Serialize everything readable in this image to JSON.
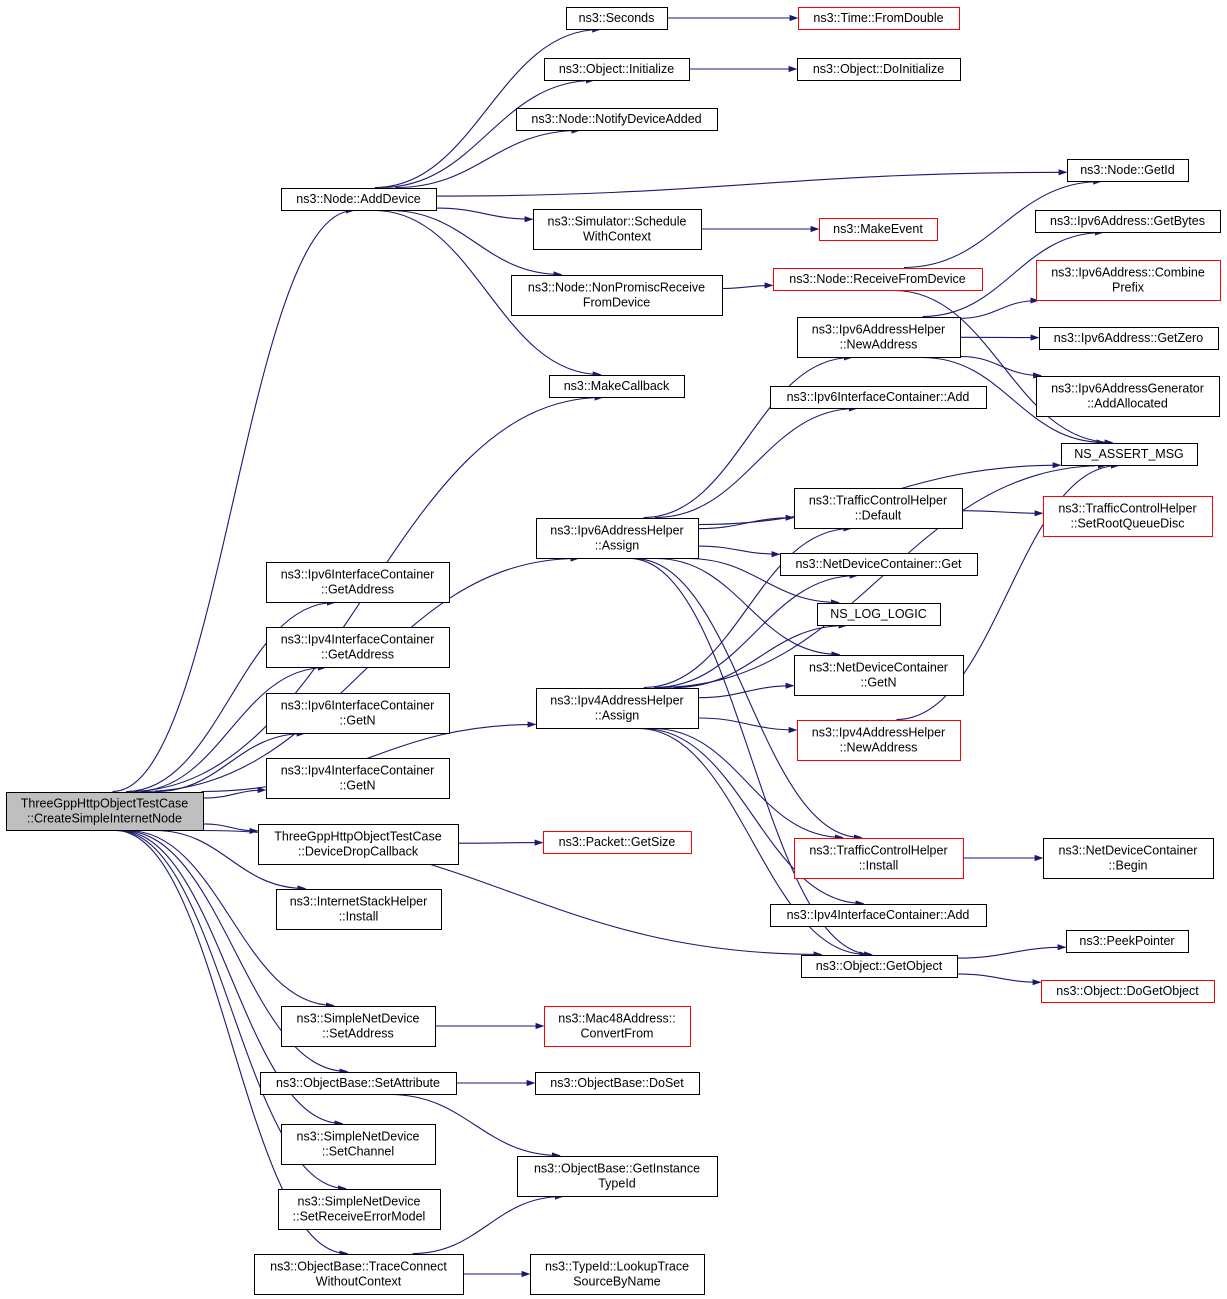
{
  "nodes": [
    {
      "id": "root",
      "lines": [
        "ThreeGppHttpObjectTestCase",
        "::CreateSimpleInternetNode"
      ],
      "truncated": false,
      "root": true
    },
    {
      "id": "seconds",
      "lines": [
        "ns3::Seconds"
      ],
      "truncated": false
    },
    {
      "id": "fromdouble",
      "lines": [
        "ns3::Time::FromDouble"
      ],
      "truncated": true
    },
    {
      "id": "initialize",
      "lines": [
        "ns3::Object::Initialize"
      ],
      "truncated": false
    },
    {
      "id": "doinitialize",
      "lines": [
        "ns3::Object::DoInitialize"
      ],
      "truncated": false
    },
    {
      "id": "notifydeviceadded",
      "lines": [
        "ns3::Node::NotifyDeviceAdded"
      ],
      "truncated": false
    },
    {
      "id": "getid",
      "lines": [
        "ns3::Node::GetId"
      ],
      "truncated": false
    },
    {
      "id": "adddevice",
      "lines": [
        "ns3::Node::AddDevice"
      ],
      "truncated": false
    },
    {
      "id": "schedulewithcontext",
      "lines": [
        "ns3::Simulator::Schedule",
        "WithContext"
      ],
      "truncated": false
    },
    {
      "id": "makeevent",
      "lines": [
        "ns3::MakeEvent"
      ],
      "truncated": true
    },
    {
      "id": "ipv6getbytes",
      "lines": [
        "ns3::Ipv6Address::GetBytes"
      ],
      "truncated": false
    },
    {
      "id": "nonpromisc",
      "lines": [
        "ns3::Node::NonPromiscReceive",
        "FromDevice"
      ],
      "truncated": false
    },
    {
      "id": "receivefromdevice",
      "lines": [
        "ns3::Node::ReceiveFromDevice"
      ],
      "truncated": true
    },
    {
      "id": "combineprefix",
      "lines": [
        "ns3::Ipv6Address::Combine",
        "Prefix"
      ],
      "truncated": true
    },
    {
      "id": "ipv6newaddress",
      "lines": [
        "ns3::Ipv6AddressHelper",
        "::NewAddress"
      ],
      "truncated": false
    },
    {
      "id": "ipv6getzero",
      "lines": [
        "ns3::Ipv6Address::GetZero"
      ],
      "truncated": false
    },
    {
      "id": "makecallback",
      "lines": [
        "ns3::MakeCallback"
      ],
      "truncated": false
    },
    {
      "id": "addallocated",
      "lines": [
        "ns3::Ipv6AddressGenerator",
        "::AddAllocated"
      ],
      "truncated": false
    },
    {
      "id": "ipv6ifcadd",
      "lines": [
        "ns3::Ipv6InterfaceContainer::Add"
      ],
      "truncated": false
    },
    {
      "id": "nsassertmsg",
      "lines": [
        "NS_ASSERT_MSG"
      ],
      "truncated": false
    },
    {
      "id": "tchdefault",
      "lines": [
        "ns3::TrafficControlHelper",
        "::Default"
      ],
      "truncated": false
    },
    {
      "id": "setrootqueuedisc",
      "lines": [
        "ns3::TrafficControlHelper",
        "::SetRootQueueDisc"
      ],
      "truncated": true
    },
    {
      "id": "ipv6assign",
      "lines": [
        "ns3::Ipv6AddressHelper",
        "::Assign"
      ],
      "truncated": false
    },
    {
      "id": "ndcget",
      "lines": [
        "ns3::NetDeviceContainer::Get"
      ],
      "truncated": false
    },
    {
      "id": "ipv6ifcgetaddress",
      "lines": [
        "ns3::Ipv6InterfaceContainer",
        "::GetAddress"
      ],
      "truncated": false
    },
    {
      "id": "nsloglogic",
      "lines": [
        "NS_LOG_LOGIC"
      ],
      "truncated": false
    },
    {
      "id": "ipv4ifcgetaddress",
      "lines": [
        "ns3::Ipv4InterfaceContainer",
        "::GetAddress"
      ],
      "truncated": false
    },
    {
      "id": "ndcgetn",
      "lines": [
        "ns3::NetDeviceContainer",
        "::GetN"
      ],
      "truncated": false
    },
    {
      "id": "ipv6ifcgetn",
      "lines": [
        "ns3::Ipv6InterfaceContainer",
        "::GetN"
      ],
      "truncated": false
    },
    {
      "id": "ipv4assign",
      "lines": [
        "ns3::Ipv4AddressHelper",
        "::Assign"
      ],
      "truncated": false
    },
    {
      "id": "ipv4newaddress",
      "lines": [
        "ns3::Ipv4AddressHelper",
        "::NewAddress"
      ],
      "truncated": true
    },
    {
      "id": "ipv4ifcgetn",
      "lines": [
        "ns3::Ipv4InterfaceContainer",
        "::GetN"
      ],
      "truncated": false
    },
    {
      "id": "devicedropcallback",
      "lines": [
        "ThreeGppHttpObjectTestCase",
        "::DeviceDropCallback"
      ],
      "truncated": false
    },
    {
      "id": "packetgetsize",
      "lines": [
        "ns3::Packet::GetSize"
      ],
      "truncated": true
    },
    {
      "id": "tchinstall",
      "lines": [
        "ns3::TrafficControlHelper",
        "::Install"
      ],
      "truncated": true
    },
    {
      "id": "ndcbegin",
      "lines": [
        "ns3::NetDeviceContainer",
        "::Begin"
      ],
      "truncated": false
    },
    {
      "id": "ishinstall",
      "lines": [
        "ns3::InternetStackHelper",
        "::Install"
      ],
      "truncated": false
    },
    {
      "id": "ipv4ifcadd",
      "lines": [
        "ns3::Ipv4InterfaceContainer::Add"
      ],
      "truncated": false
    },
    {
      "id": "peekpointer",
      "lines": [
        "ns3::PeekPointer"
      ],
      "truncated": false
    },
    {
      "id": "getobject",
      "lines": [
        "ns3::Object::GetObject"
      ],
      "truncated": false
    },
    {
      "id": "dogetobject",
      "lines": [
        "ns3::Object::DoGetObject"
      ],
      "truncated": true
    },
    {
      "id": "sndsetaddress",
      "lines": [
        "ns3::SimpleNetDevice",
        "::SetAddress"
      ],
      "truncated": false
    },
    {
      "id": "mac48convertfrom",
      "lines": [
        "ns3::Mac48Address::",
        "ConvertFrom"
      ],
      "truncated": true
    },
    {
      "id": "setattribute",
      "lines": [
        "ns3::ObjectBase::SetAttribute"
      ],
      "truncated": false
    },
    {
      "id": "doset",
      "lines": [
        "ns3::ObjectBase::DoSet"
      ],
      "truncated": false
    },
    {
      "id": "sndsetchannel",
      "lines": [
        "ns3::SimpleNetDevice",
        "::SetChannel"
      ],
      "truncated": false
    },
    {
      "id": "getinstancetypeid",
      "lines": [
        "ns3::ObjectBase::GetInstance",
        "TypeId"
      ],
      "truncated": false
    },
    {
      "id": "sndsetreceiveerrormodel",
      "lines": [
        "ns3::SimpleNetDevice",
        "::SetReceiveErrorModel"
      ],
      "truncated": false
    },
    {
      "id": "traceconnect",
      "lines": [
        "ns3::ObjectBase::TraceConnect",
        "WithoutContext"
      ],
      "truncated": false
    },
    {
      "id": "lookuptrace",
      "lines": [
        "ns3::TypeId::LookupTrace",
        "SourceByName"
      ],
      "truncated": false
    }
  ],
  "edges": [
    [
      "root",
      "adddevice"
    ],
    [
      "root",
      "makecallback"
    ],
    [
      "root",
      "ipv6assign"
    ],
    [
      "root",
      "ipv4assign"
    ],
    [
      "root",
      "ipv6ifcgetaddress"
    ],
    [
      "root",
      "ipv4ifcgetaddress"
    ],
    [
      "root",
      "ipv6ifcgetn"
    ],
    [
      "root",
      "ipv4ifcgetn"
    ],
    [
      "root",
      "devicedropcallback"
    ],
    [
      "root",
      "ishinstall"
    ],
    [
      "root",
      "getobject"
    ],
    [
      "root",
      "sndsetaddress"
    ],
    [
      "root",
      "setattribute"
    ],
    [
      "root",
      "sndsetchannel"
    ],
    [
      "root",
      "sndsetreceiveerrormodel"
    ],
    [
      "root",
      "traceconnect"
    ],
    [
      "adddevice",
      "seconds"
    ],
    [
      "adddevice",
      "initialize"
    ],
    [
      "adddevice",
      "notifydeviceadded"
    ],
    [
      "adddevice",
      "getid"
    ],
    [
      "adddevice",
      "schedulewithcontext"
    ],
    [
      "adddevice",
      "nonpromisc"
    ],
    [
      "adddevice",
      "makecallback"
    ],
    [
      "seconds",
      "fromdouble"
    ],
    [
      "initialize",
      "doinitialize"
    ],
    [
      "schedulewithcontext",
      "makeevent"
    ],
    [
      "nonpromisc",
      "receivefromdevice"
    ],
    [
      "receivefromdevice",
      "getid"
    ],
    [
      "receivefromdevice",
      "nsassertmsg"
    ],
    [
      "ipv6newaddress",
      "ipv6getbytes"
    ],
    [
      "ipv6newaddress",
      "combineprefix"
    ],
    [
      "ipv6newaddress",
      "ipv6getzero"
    ],
    [
      "ipv6newaddress",
      "addallocated"
    ],
    [
      "ipv6newaddress",
      "nsassertmsg"
    ],
    [
      "ipv6assign",
      "ipv6newaddress"
    ],
    [
      "ipv6assign",
      "ipv6ifcadd"
    ],
    [
      "ipv6assign",
      "nsassertmsg"
    ],
    [
      "ipv6assign",
      "tchdefault"
    ],
    [
      "ipv6assign",
      "ndcget"
    ],
    [
      "ipv6assign",
      "nsloglogic"
    ],
    [
      "ipv6assign",
      "ndcgetn"
    ],
    [
      "ipv6assign",
      "tchinstall"
    ],
    [
      "ipv6assign",
      "getobject"
    ],
    [
      "tchdefault",
      "setrootqueuedisc"
    ],
    [
      "ipv4assign",
      "tchdefault"
    ],
    [
      "ipv4assign",
      "ndcget"
    ],
    [
      "ipv4assign",
      "nsloglogic"
    ],
    [
      "ipv4assign",
      "ndcgetn"
    ],
    [
      "ipv4assign",
      "ipv4newaddress"
    ],
    [
      "ipv4assign",
      "nsassertmsg"
    ],
    [
      "ipv4assign",
      "tchinstall"
    ],
    [
      "ipv4assign",
      "ipv4ifcadd"
    ],
    [
      "ipv4assign",
      "getobject"
    ],
    [
      "ipv4newaddress",
      "nsassertmsg"
    ],
    [
      "tchinstall",
      "ndcbegin"
    ],
    [
      "devicedropcallback",
      "packetgetsize"
    ],
    [
      "getobject",
      "peekpointer"
    ],
    [
      "getobject",
      "dogetobject"
    ],
    [
      "sndsetaddress",
      "mac48convertfrom"
    ],
    [
      "setattribute",
      "doset"
    ],
    [
      "setattribute",
      "getinstancetypeid"
    ],
    [
      "traceconnect",
      "getinstancetypeid"
    ],
    [
      "traceconnect",
      "lookuptrace"
    ]
  ]
}
